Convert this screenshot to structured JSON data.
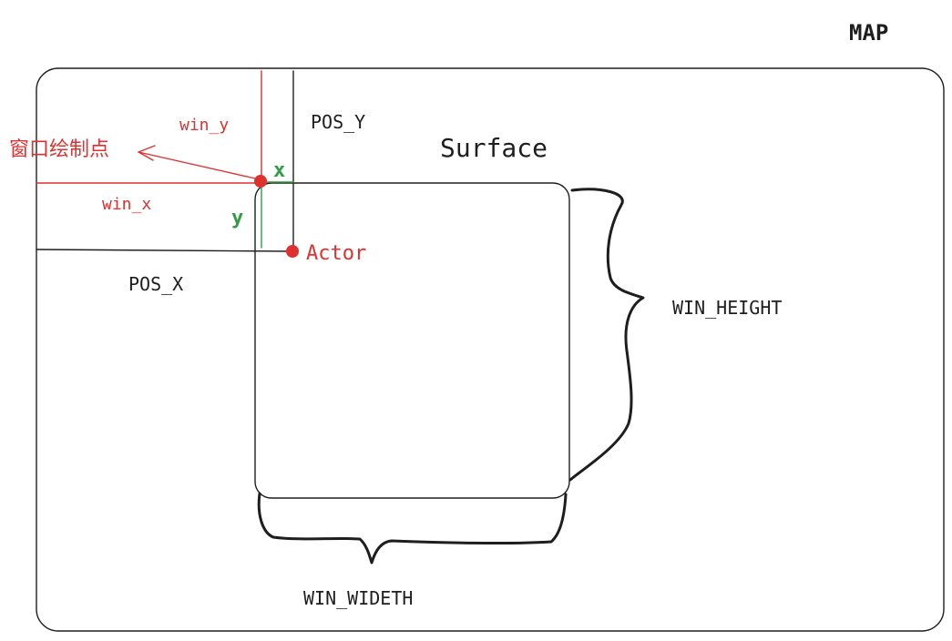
{
  "map_label": "MAP",
  "surface_label": "Surface",
  "pos_y_label": "POS_Y",
  "pos_x_label": "POS_X",
  "win_y_label": "win_y",
  "win_x_label": "win_x",
  "small_x_label": "x",
  "small_y_label": "y",
  "window_draw_point_label": "窗口绘制点",
  "actor_label": "Actor",
  "win_height_label": "WIN_HEIGHT",
  "win_width_label": "WIN_WIDETH",
  "colors": {
    "ink": "#1e1e1e",
    "red": "#e03131",
    "green": "#2f9e44"
  }
}
